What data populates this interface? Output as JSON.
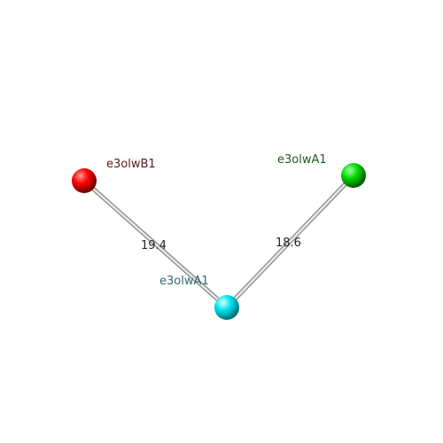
{
  "background_color": "#ffffff",
  "nodes": [
    {
      "id": "red",
      "label": "e3olwB1",
      "color": "#ff0000",
      "label_color": "#5a1a1a"
    },
    {
      "id": "green",
      "label": "e3olwA1",
      "color": "#00dd00",
      "label_color": "#1e5a1e"
    },
    {
      "id": "cyan",
      "label": "e3olwA1",
      "color": "#00e5f0",
      "label_color": "#2e6a6a"
    }
  ],
  "edges": [
    {
      "from": "red",
      "to": "cyan",
      "label": "19.4"
    },
    {
      "from": "green",
      "to": "cyan",
      "label": "18.6"
    }
  ],
  "edge_color": "#c8c8c8",
  "edge_label_color": "#222222"
}
